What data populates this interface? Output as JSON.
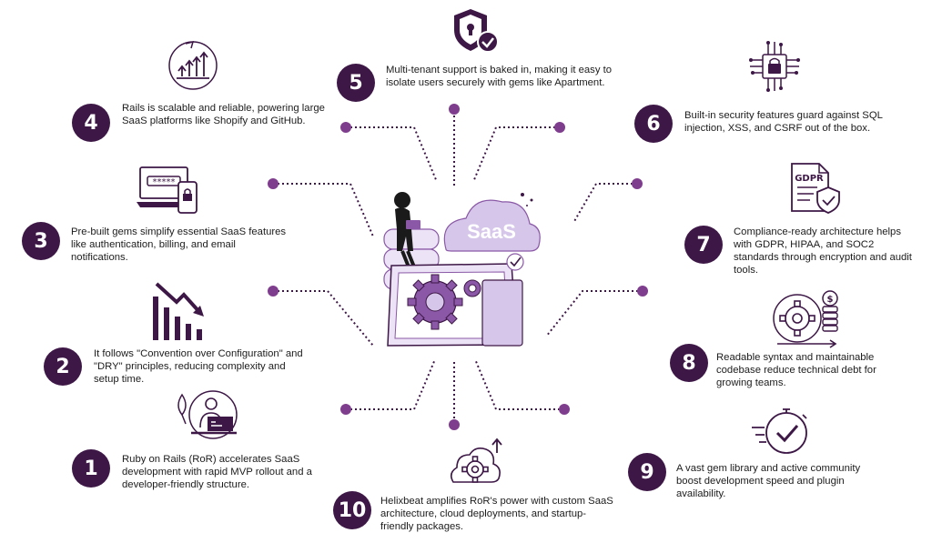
{
  "center": {
    "saas_label": "SaaS"
  },
  "colors": {
    "dark": "#3d1746",
    "accent": "#8a58a6",
    "light": "#d6c7ea",
    "lighter": "#ece4f6"
  },
  "items": [
    {
      "number": "1",
      "icon": "developer-laptop-icon",
      "text": "Ruby on Rails (RoR) accelerates SaaS development with rapid MVP rollout and a developer-friendly structure."
    },
    {
      "number": "2",
      "icon": "declining-chart-icon",
      "text": "It follows \"Convention over Configuration\" and \"DRY\" principles, reducing complexity and setup time."
    },
    {
      "number": "3",
      "icon": "login-devices-icon",
      "text": "Pre-built gems simplify essential SaaS features like authentication, billing, and email notifications."
    },
    {
      "number": "4",
      "icon": "growth-chart-icon",
      "text": "Rails is scalable and reliable, powering large SaaS platforms like Shopify and GitHub."
    },
    {
      "number": "5",
      "icon": "shield-check-icon",
      "text": "Multi-tenant support is baked in, making it easy to isolate users securely with gems like Apartment."
    },
    {
      "number": "6",
      "icon": "circuit-lock-icon",
      "text": "Built-in security features guard against SQL injection, XSS, and CSRF out of the box."
    },
    {
      "number": "7",
      "icon": "gdpr-document-icon",
      "text": "Compliance-ready architecture helps with GDPR, HIPAA, and SOC2 standards through encryption and audit tools."
    },
    {
      "number": "8",
      "icon": "gear-coins-icon",
      "text": "Readable syntax and maintainable codebase reduce technical debt for growing teams."
    },
    {
      "number": "9",
      "icon": "stopwatch-check-icon",
      "text": "A vast gem library and active community boost development speed and plugin availability."
    },
    {
      "number": "10",
      "icon": "cloud-gear-icon",
      "text": "Helixbeat amplifies RoR's power with custom SaaS architecture, cloud deployments, and startup-friendly packages."
    }
  ]
}
